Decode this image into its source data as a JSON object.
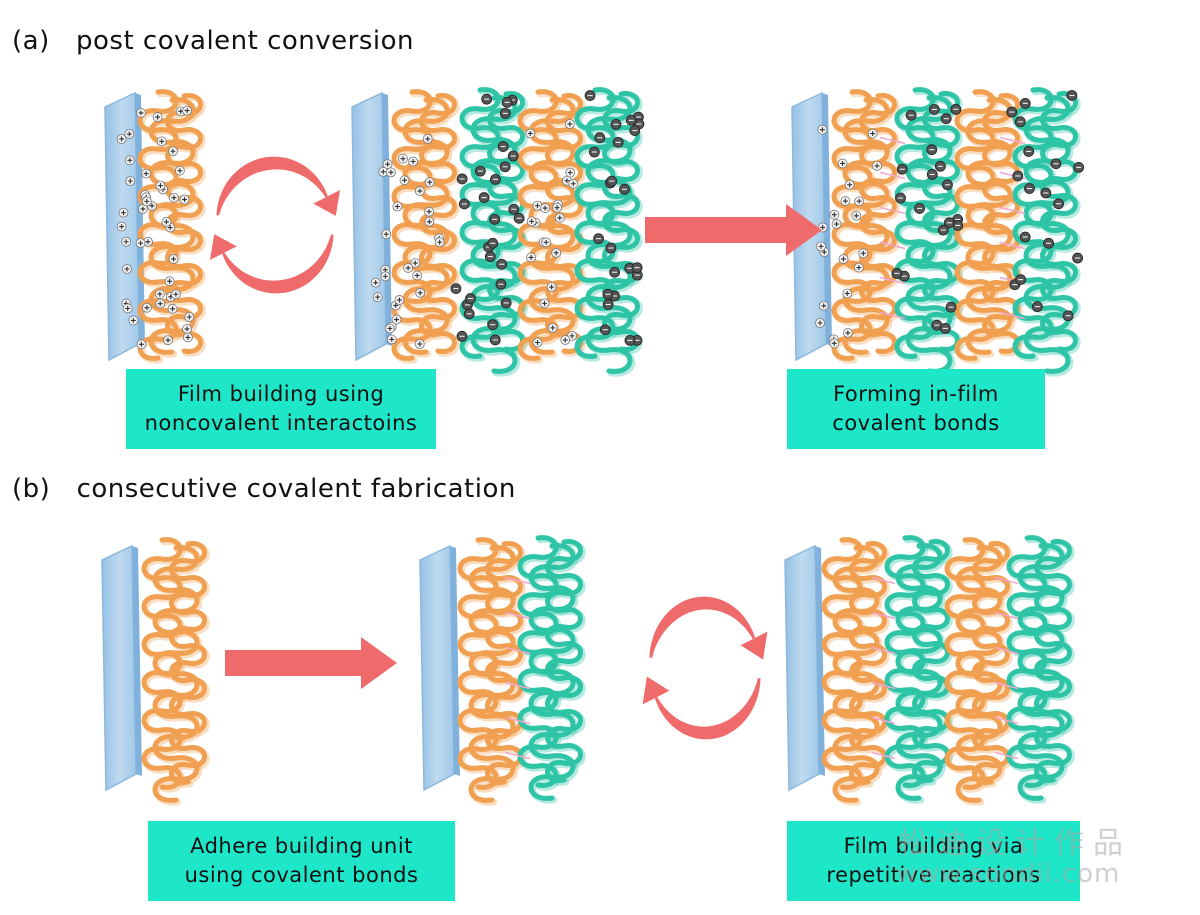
{
  "panels": {
    "a": {
      "title": "(a)   post covalent conversion",
      "caption_left": [
        "Film building using",
        "noncovalent interactoins"
      ],
      "caption_right": [
        "Forming in-film",
        "covalent bonds"
      ]
    },
    "b": {
      "title": "(b)   consecutive covalent fabrication",
      "caption_left": [
        "Adhere building unit",
        "using covalent bonds"
      ],
      "caption_right": [
        "Film building via",
        "repetitive reactions"
      ]
    }
  },
  "watermark": {
    "line1": "松迪设计作品",
    "line2": "www.sondii.com"
  },
  "colors": {
    "substrate": "#a9cdea",
    "orange_chain": "#f0a050",
    "teal_chain": "#2ec4a6",
    "arrow": "#ef6b6b",
    "caption_box": "#1ee6c8"
  }
}
